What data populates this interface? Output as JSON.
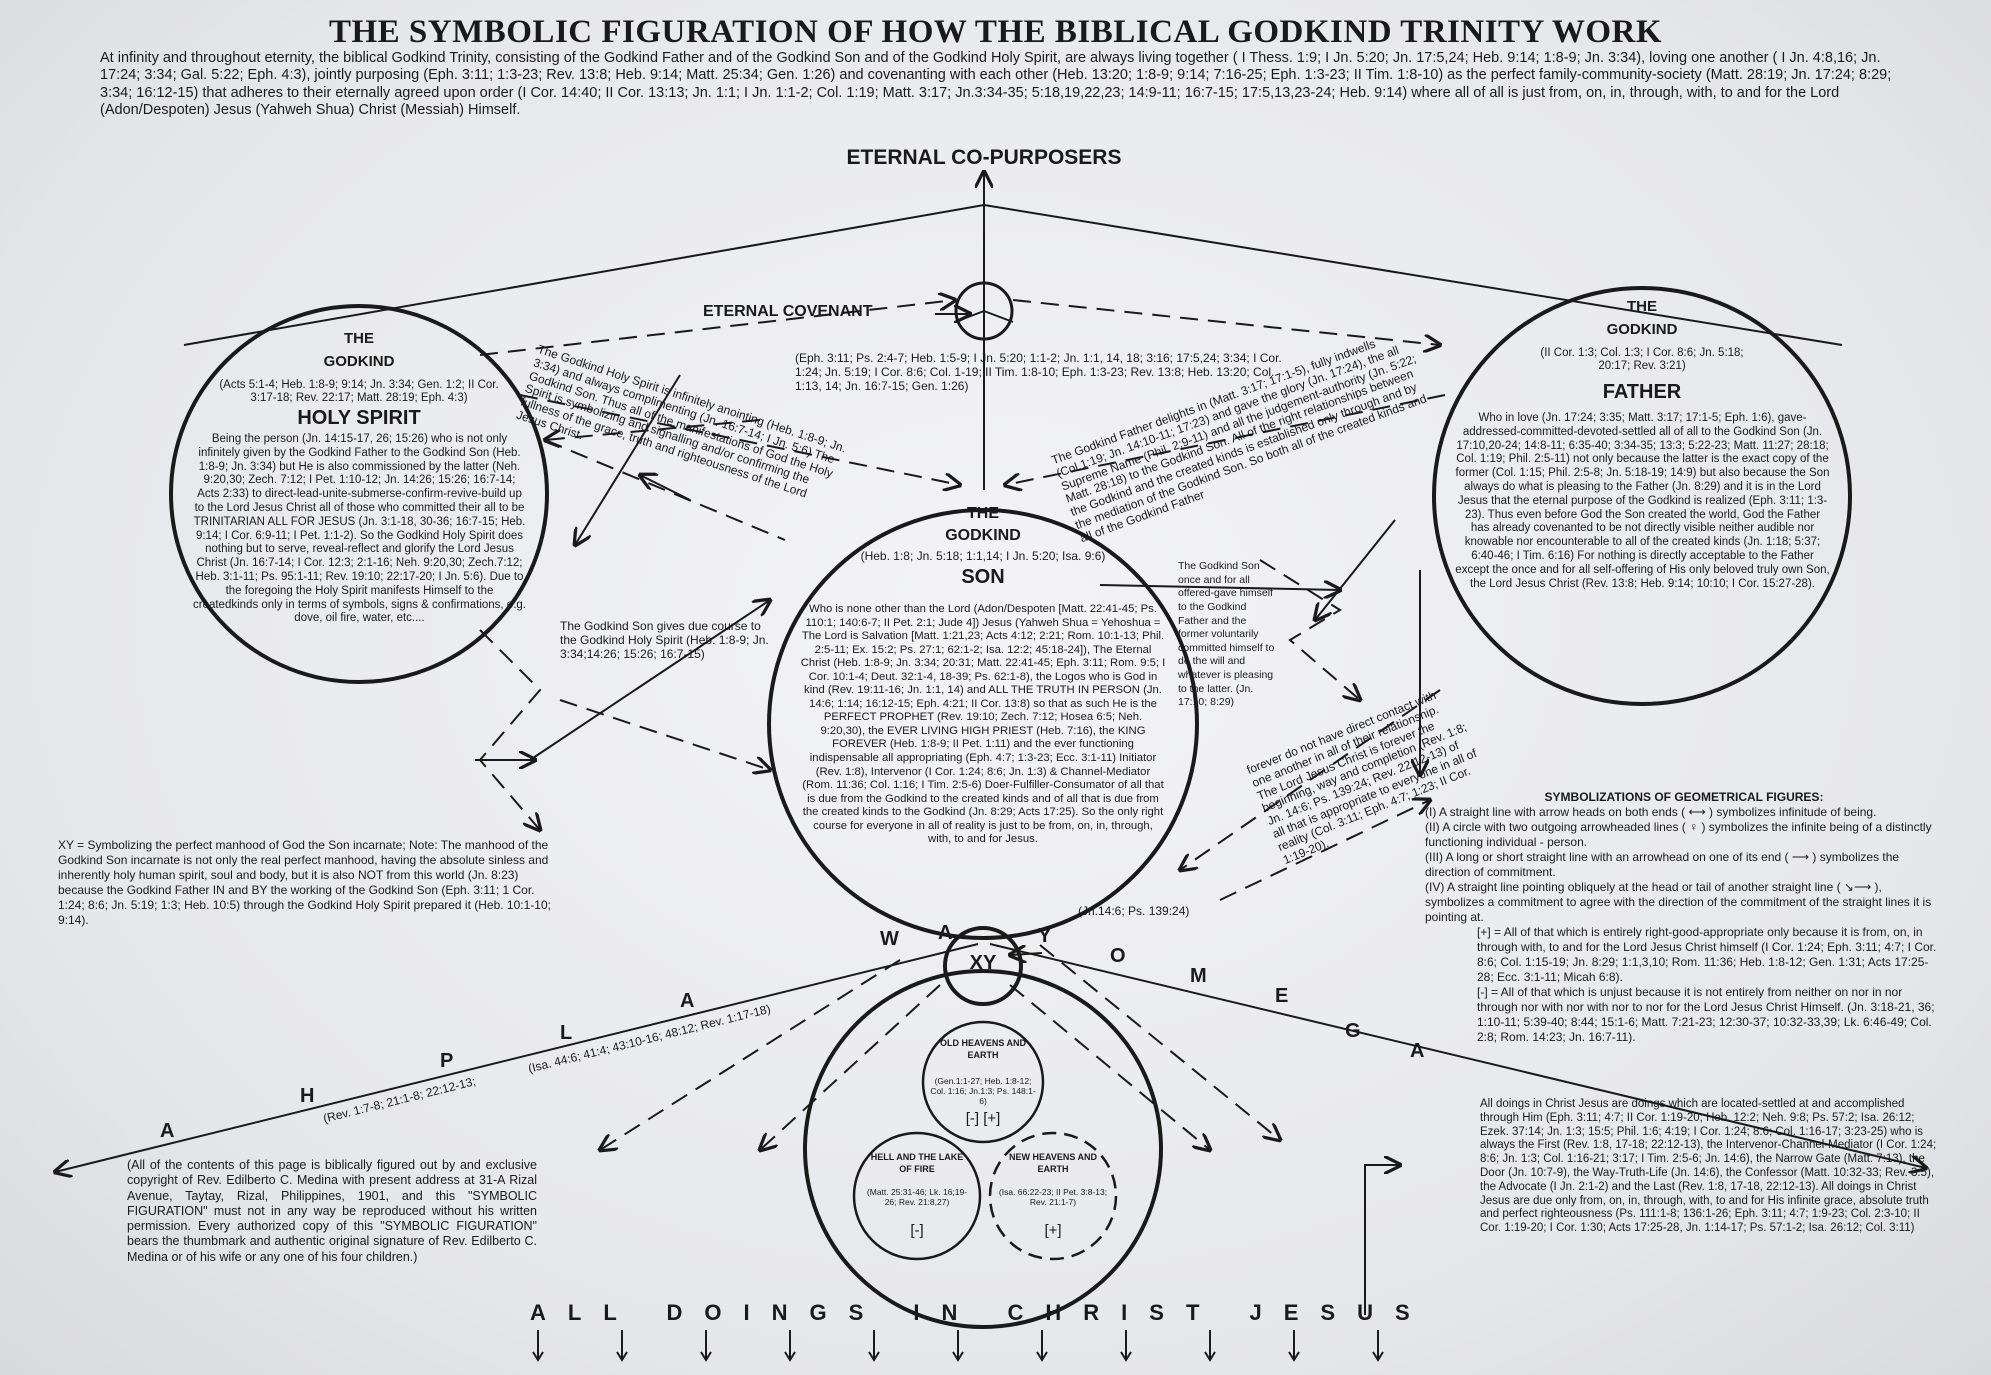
{
  "title": "THE SYMBOLIC FIGURATION OF HOW THE BIBLICAL GODKIND TRINITY WORK",
  "intro": "At infinity and throughout eternity, the biblical Godkind Trinity, consisting of the Godkind Father and of the Godkind Son and of the Godkind Holy Spirit, are always living together ( I Thess. 1:9; I Jn. 5:20; Jn. 17:5,24; Heb. 9:14; 1:8-9; Jn. 3:34), loving one another ( I Jn. 4:8,16; Jn. 17:24; 3:34; Gal. 5:22; Eph. 4:3), jointly purposing (Eph. 3:11; 1:3-23; Rev. 13:8; Heb. 9:14; Matt. 25:34; Gen. 1:26) and covenanting with each other (Heb. 13:20; 1:8-9; 9:14; 7:16-25; Eph. 1:3-23; II Tim. 1:8-10) as the perfect family-community-society (Matt. 28:19; Jn. 17:24; 8:29; 3:34; 16:12-15) that adheres to their eternally agreed upon order (I Cor. 14:40; II Cor. 13:13; Jn. 1:1; I Jn. 1:1-2; Col. 1:19; Matt. 3:17; Jn.3:34-35; 5:18,19,22,23; 14:9-11; 16:7-15; 17:5,13,23-24; Heb. 9:14) where all of all is just from, on, in, through, with, to and for the Lord (Adon/Despoten) Jesus (Yahweh Shua) Christ (Messiah) Himself.",
  "eternal_copurposers": "ETERNAL CO-PURPOSERS",
  "eternal_covenant": "ETERNAL COVENANT",
  "covenant_refs": "(Eph. 3:11; Ps. 2:4-7; Heb. 1:5-9; I Jn. 5:20; 1:1-2; Jn. 1:1, 14, 18; 3:16; 17:5,24; 3:34; I Cor. 1:24; Jn. 5:19; I Cor. 8:6; Col. 1-19; II Tim. 1:8-10; Eph. 1:3-23; Rev. 13:8; Heb. 13:20; Col. 1:13, 14; Jn. 16:7-15; Gen. 1:26)",
  "holy_spirit": {
    "the": "THE",
    "godkind": "GODKIND",
    "refs": "(Acts 5:1-4; Heb. 1:8-9; 9:14; Jn. 3:34; Gen. 1:2; II Cor. 3:17-18; Rev. 22:17; Matt. 28:19; Eph. 4:3)",
    "name": "HOLY SPIRIT",
    "text": "Being the person (Jn. 14:15-17, 26; 15:26) who is not only infinitely given by the Godkind Father to the Godkind Son (Heb. 1:8-9; Jn. 3:34) but He is also commissioned by the latter (Neh. 9:20,30; Zech. 7:12; I Pet. 1:10-12; Jn. 14:26; 15:26; 16:7-14; Acts 2:33) to direct-lead-unite-submerse-confirm-revive-build up to the Lord Jesus Christ all of those who committed their all to be TRINITARIAN ALL FOR JESUS (Jn. 3:1-18, 30-36; 16:7-15; Heb. 9:14; I Cor. 6:9-11; I Pet. 1:1-2). So the Godkind Holy Spirit does nothing but to serve, reveal-reflect and glorify the Lord Jesus Christ (Jn. 16:7-14; I Cor. 12:3; 2:1-16; Neh. 9:20,30; Zech.7:12; Heb. 3:1-11; Ps. 95:1-11; Rev. 19:10; 22:17-20; I Jn. 5:6). Due to the foregoing the Holy Spirit manifests Himself to the createdkinds only in terms of symbols, signs & confirmations, e.g. dove, oil fire, water, etc...."
  },
  "father": {
    "the": "THE",
    "godkind": "GODKIND",
    "refs": "(II Cor. 1:3; Col. 1:3; I Cor. 8:6; Jn. 5:18; 20:17; Rev. 3:21)",
    "name": "FATHER",
    "text": "Who in love (Jn. 17:24; 3:35; Matt. 3:17; 17:1-5; Eph. 1:6), gave-addressed-committed-devoted-settled all of all to the Godkind Son (Jn. 17:10,20-24; 14:8-11; 6:35-40; 3:34-35; 13:3; 5:22-23; Matt. 11:27; 28:18; Col. 1:19; Phil. 2:5-11) not only because the latter is the exact copy of the former (Col. 1:15; Phil. 2:5-8; Jn. 5:18-19; 14:9) but also because the Son always do what is pleasing to the Father (Jn. 8:29) and it is in the Lord Jesus that the eternal purpose of the Godkind is realized (Eph. 3:11; 1:3-23). Thus even before God the Son created the world, God the Father has already covenanted to be not directly visible neither audible nor knowable nor encounterable to all of the created kinds (Jn. 1:18; 5:37; 6:40-46; I Tim. 6:16) For nothing is directly acceptable to the Father except the once and for all self-offering of His only beloved truly own Son, the Lord Jesus Christ (Rev. 13:8; Heb. 9:14; 10:10; I Cor. 15:27-28)."
  },
  "son": {
    "the": "THE",
    "godkind": "GODKIND",
    "refs": "(Heb. 1:8; Jn. 5:18; 1:1,14; I Jn. 5:20; Isa. 9:6)",
    "name": "SON",
    "text": "Who is none other than the Lord (Adon/Despoten [Matt. 22:41-45; Ps. 110:1; 140:6-7; II Pet. 2:1; Jude 4]) Jesus (Yahweh Shua = Yehoshua = The Lord is Salvation [Matt. 1:21,23; Acts 4:12; 2:21; Rom. 10:1-13; Phil. 2:5-11; Ex. 15:2; Ps. 27:1; 62:1-2; Isa. 12:2; 45:18-24]), The Eternal Christ (Heb. 1:8-9; Jn. 3:34; 20:31; Matt. 22:41-45; Eph. 3:11; Rom. 9:5; I Cor. 10:1-4; Deut. 32:1-4, 18-39; Ps. 62:1-8), the Logos who is God in kind (Rev. 19:11-16; Jn. 1:1, 14) and ALL THE TRUTH IN PERSON (Jn. 14:6; 1:14; 16:12-15; Eph. 4:21; II Cor. 13:8) so that as such He is the PERFECT PROPHET (Rev. 19:10; Zech. 7:12; Hosea 6:5; Neh. 9:20,30), the EVER LIVING HIGH PRIEST (Heb. 7:16), the KING FOREVER (Heb. 1:8-9; II Pet. 1:11) and the ever functioning indispensable all appropriating (Eph. 4:7; 1:3-23; Ecc. 3:1-11) Initiator (Rev. 1:8), Intervenor (I Cor. 1:24; 8:6; Jn. 1:3) & Channel-Mediator (Rom. 11:36; Col. 1:16; I Tim. 2:5-6) Doer-Fulfiller-Consumator of all that is due from the Godkind to the created kinds and of all that is due from the created kinds to the Godkind (Jn. 8:29; Acts 17:25). So the only right course for everyone in all of reality is just to be from, on, in, through, with, to and for Jesus."
  },
  "spirit_commission": "The Godkind Holy Spirit is infinitely anointing (Heb. 1:8-9; Jn. 3:34) and always complimenting (Jn. 16:7-14; I Jn. 5:6) The Godkind Son. Thus all of the manifestations of God the Holy Spirit is symbolizing and signalling and/or confirming the fullness of the grace, truth and righteousness of the Lord Jesus Christ.",
  "son_course": "The Godkind Son gives due course to the Godkind Holy Spirit (Heb. 1:8-9; Jn. 3:34;14:26; 15:26; 16:7-15)",
  "father_delights": "The Godkind Father delights in (Matt. 3:17; 17:1-5), fully indwells (Col.1:19; Jn. 14:10-11; 17:23) and gave the glory (Jn. 17:24), the all Supreme Name (Phil. 2:9-11) and all the judgement-authority (Jn. 5:22; Matt. 28:18) to the Godkind Son. All of the right relationships between the Godkind and the created kinds is established only through and by the mediation of the Godkind Son. So both all of the created kinds and all of the Godkind Father",
  "son_offered": "The Godkind Son once and for all offered-gave himself to the Godkind Father and the former voluntarily committed himself to do the will and whatever is pleasing to the latter. (Jn. 17:10; 8:29)",
  "forever_text": "forever do not have direct contact with one another in all of their relationship. The Lord Jesus Christ is forever the beginning, way and completion (Rev. 1:8; Jn. 14:6; Ps. 139:24; Rev. 22:12-13) of all that is appropriate to everyone in all of reality (Col. 3:11; Eph. 4:7; 1:23; II Cor. 1:19-20).",
  "xy_refs": "(Jn.14:6; Ps. 139:24)",
  "xy_label": "XY",
  "xy_note": "XY = Symbolizing the perfect manhood of God the Son incarnate; Note: The manhood of the Godkind Son incarnate is not only the real perfect manhood, having the absolute sinless and inherently holy human spirit, soul and body, but it is also NOT from this world (Jn. 8:23) because the Godkind Father IN and BY the working of the Godkind Son (Eph. 3:11; 1 Cor. 1:24; 8:6; Jn. 5:19; 1:3; Heb. 10:5) through the Godkind Holy Spirit prepared it (Heb. 10:1-10; 9:14).",
  "way_letters": [
    "W",
    "A"
  ],
  "yo_letters": [
    "Y",
    "O"
  ],
  "alpha_letters": [
    "A",
    "L",
    "P",
    "H",
    "A"
  ],
  "omega_letters": [
    "M",
    "E",
    "G",
    "A"
  ],
  "alpha_refs_1": "(Isa. 44:6; 41:4; 43:10-16; 48:12; Rev. 1:17-18)",
  "alpha_refs_2": "(Rev. 1:7-8; 21:1-8; 22:12-13;",
  "old_heavens": {
    "title": "OLD HEAVENS AND EARTH",
    "refs": "(Gen.1:1-27; Heb. 1:8-12; Col. 1:16; Jn.1:3; Ps. 148:1-6)",
    "mark": "[-] [+]"
  },
  "hell": {
    "title": "HELL AND THE LAKE OF FIRE",
    "refs": "(Matt. 25:31-46; Lk. 16;19-26; Rev. 21:8,27)",
    "mark": "[-]"
  },
  "new_heavens": {
    "title": "NEW HEAVENS AND EARTH",
    "refs": "(Isa. 66:22-23; II Pet. 3:8-13; Rev. 21:1-7)",
    "mark": "[+]"
  },
  "symbolizations": {
    "heading": "SYMBOLIZATIONS OF GEOMETRICAL FIGURES:",
    "items": [
      "(I) A straight line with arrow heads on both ends ( ⟷ ) symbolizes infinitude of being.",
      "(II) A circle with two outgoing arrowheaded lines ( ♀ ) symbolizes the infinite being of a distinctly functioning individual - person.",
      "(III) A long or short straight line with an arrowhead on one of its end ( ⟶ ) symbolizes the direction of commitment.",
      "(IV) A straight line pointing obliquely at the head or tail of another straight line ( ↘⟶ ), symbolizes a commitment to agree with the direction of the commitment of the straight lines it is pointing at."
    ],
    "plus": "[+] = All of that which is entirely right-good-appropriate only because it is from, on, in through with, to and for the Lord Jesus Christ himself (I Cor. 1:24; Eph. 3:11; 4:7; I Cor. 8:6; Col. 1:15-19; Jn. 8:29; 1:1,3,10; Rom. 11:36; Heb. 1:8-12; Gen. 1:31; Acts 17:25-28; Ecc. 3:1-11; Micah 6:8).",
    "minus": "[-] = All of that which is unjust because it is not entirely from neither on nor in nor through nor with nor with nor to nor for the Lord Jesus Christ Himself. (Jn. 3:18-21, 36; 1:10-11; 5:39-40; 8:44; 15:1-6; Matt. 7:21-23; 12:30-37; 10:32-33,39; Lk. 6:46-49; Col. 2:8; Rom. 14:23; Jn. 16:7-11)."
  },
  "all_doings_note": "All doings in Christ Jesus are doings which are located-settled at and accomplished through Him (Eph. 3:11; 4:7; II Cor. 1:19-20; Heb. 12:2; Neh. 9:8; Ps. 57:2; Isa. 26:12; Ezek. 37:14; Jn. 1:3; 15:5; Phil. 1:6; 4:19; I Cor. 1:24; 8:6; Col. 1:16-17; 3:23-25) who is always the First (Rev. 1:8, 17-18; 22:12-13), the Intervenor-Channel-Mediator (I Cor. 1:24; 8:6; Jn. 1:3; Col. 1:16-21; 3:17; I Tim. 2:5-6; Jn. 14:6), the Narrow Gate (Matt. 7:13), the Door (Jn. 10:7-9), the Way-Truth-Life (Jn. 14:6), the Confessor (Matt. 10:32-33; Rev. 3:5), the Advocate (I Jn. 2:1-2) and the Last (Rev. 1:8, 17-18, 22:12-13). All doings in Christ Jesus are due only from, on, in, through, with, to and for His infinite grace, absolute truth and perfect righteousness (Ps. 111:1-8; 136:1-26; Eph. 3:11; 4:7; 1:9-23; Col. 2:3-10; II Cor. 1:19-20; I Cor. 1:30; Acts 17:25-28, Jn. 1:14-17; Ps. 57:1-2; Isa. 26:12; Col. 3:11)",
  "copyright": "(All of the contents of this page is biblically figured out by and exclusive copyright of Rev. Edilberto C. Medina with present address at 31-A Rizal Avenue, Taytay, Rizal, Philippines, 1901, and this \"SYMBOLIC FIGURATION\" must not in any way be reproduced without his written permission. Every authorized copy of this \"SYMBOLIC FIGURATION\" bears the thumbmark and authentic original signature of Rev. Edilberto C. Medina or of his wife or any one of his four children.)",
  "all_doings_banner": "ALL DOINGS IN CHRIST JESUS"
}
